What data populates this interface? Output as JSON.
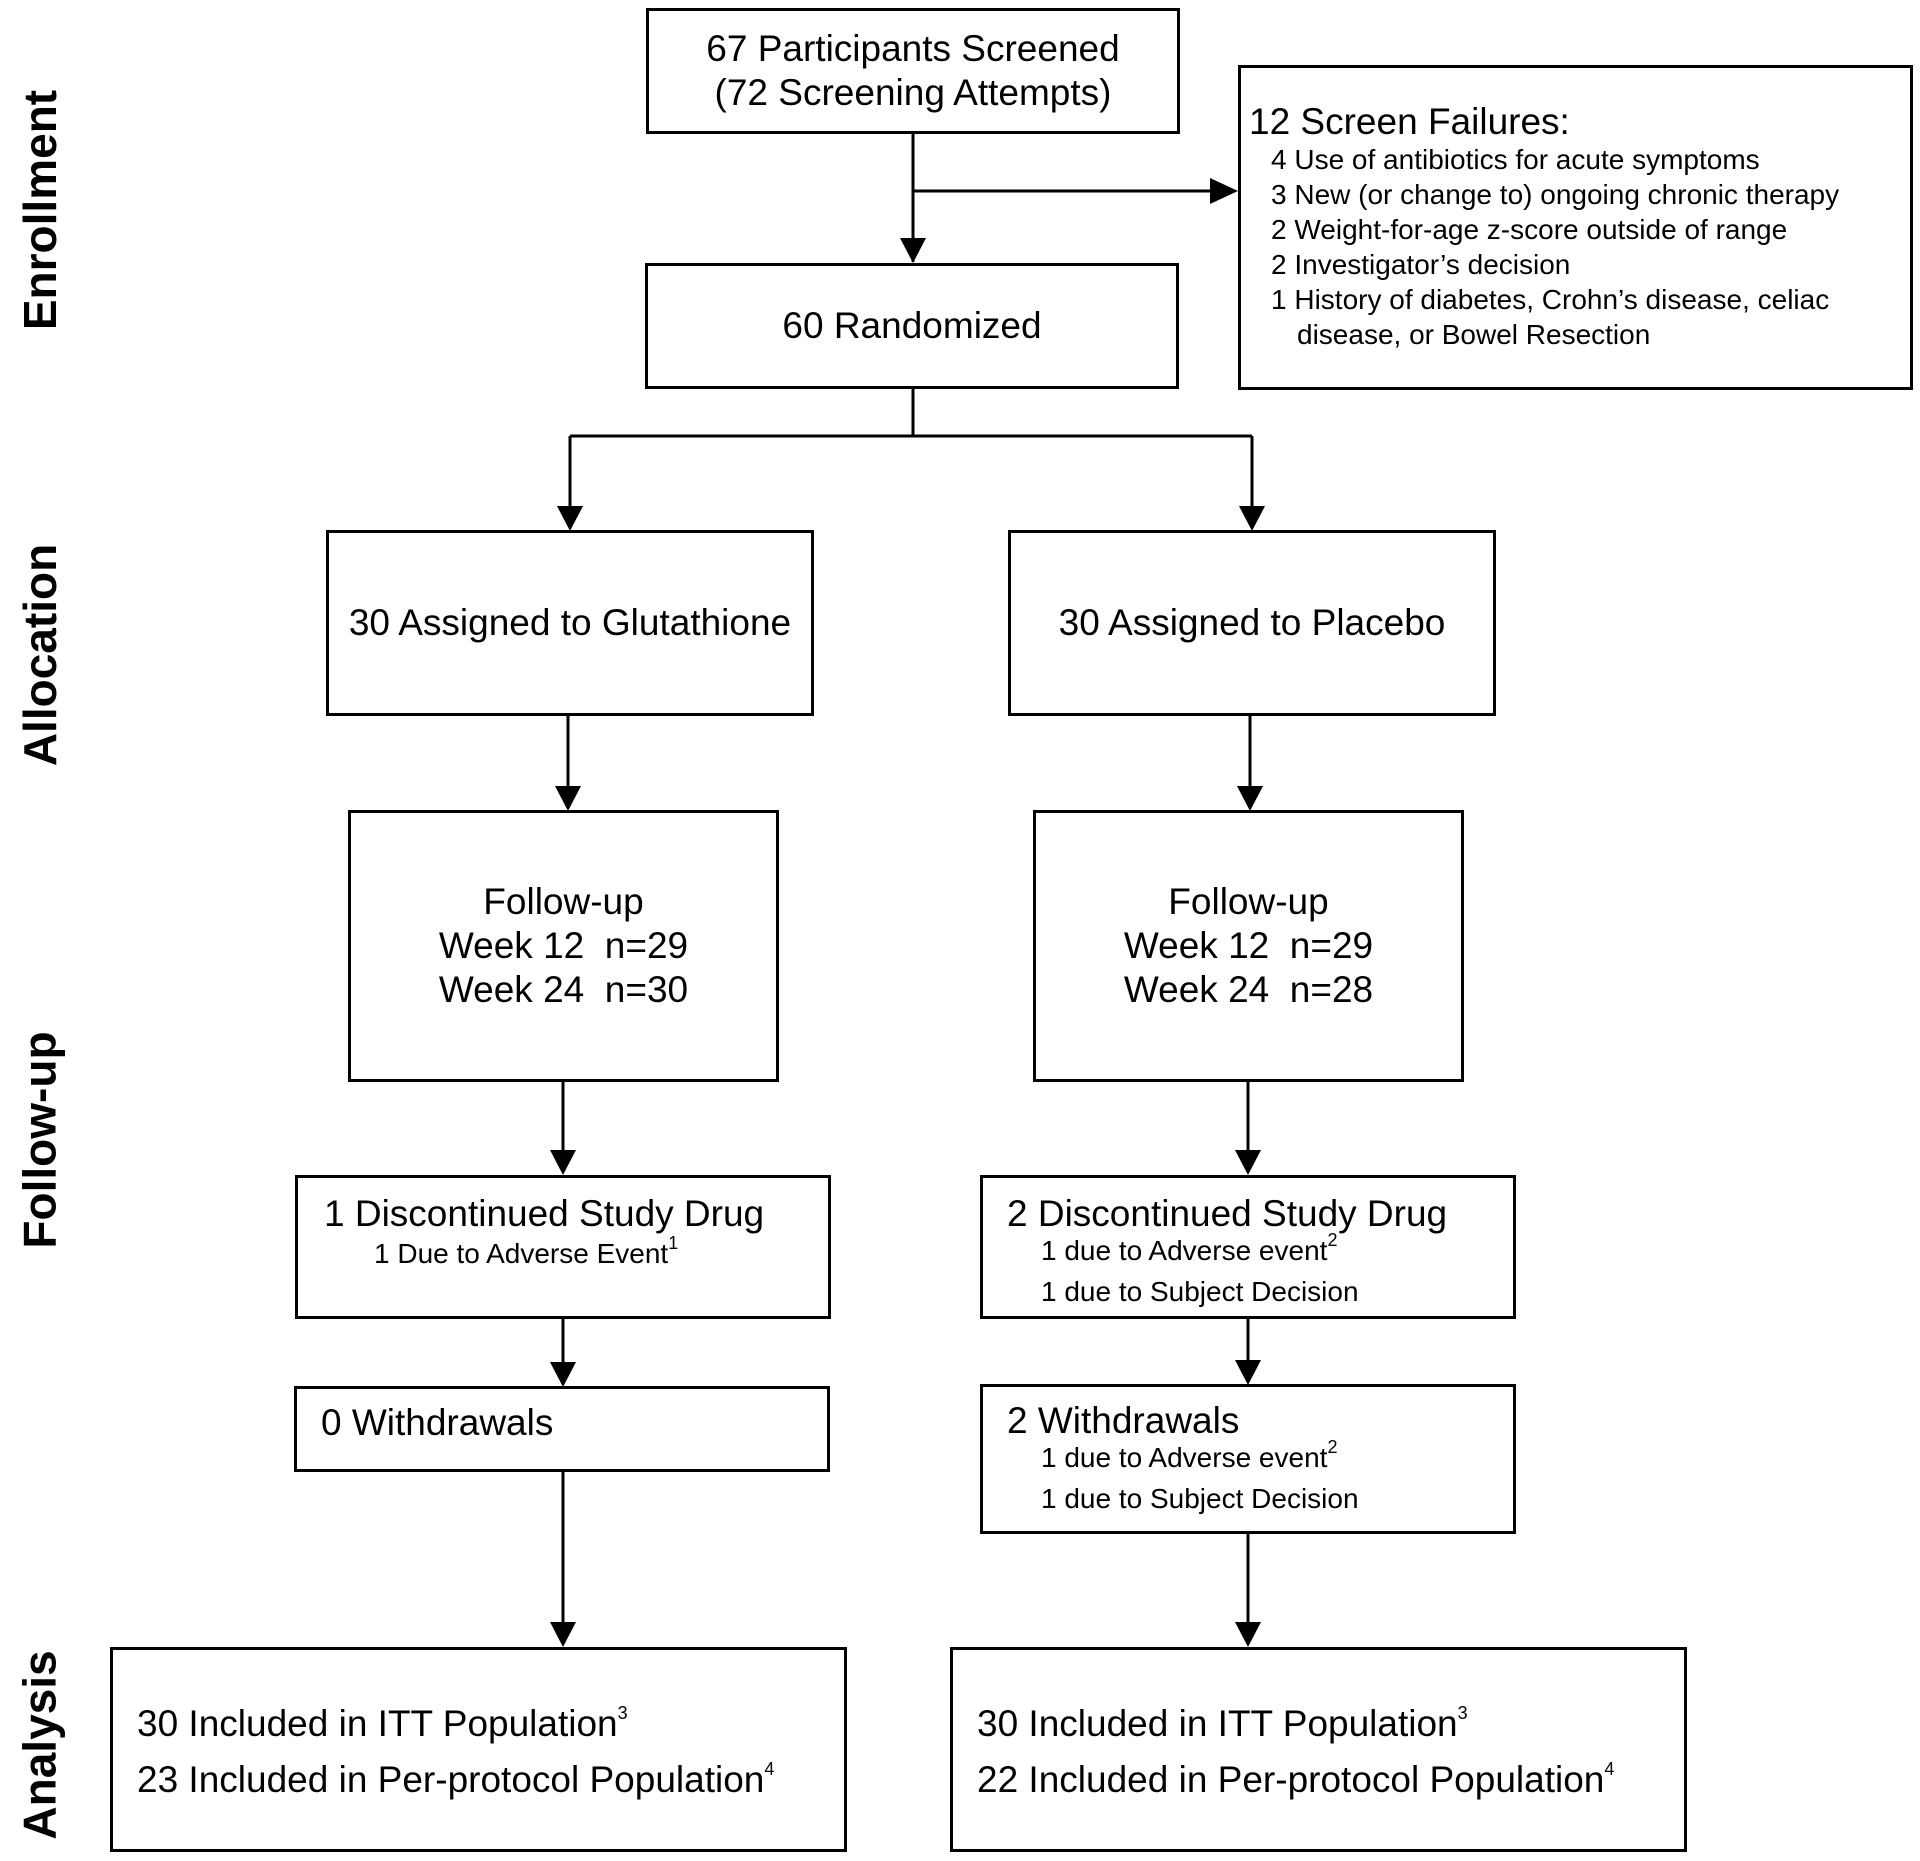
{
  "phases": {
    "enrollment": "Enrollment",
    "allocation": "Allocation",
    "followup": "Follow-up",
    "analysis": "Analysis"
  },
  "screened": {
    "line1": "67 Participants Screened",
    "line2": "(72 Screening Attempts)"
  },
  "screen_failures": {
    "title": "12 Screen Failures:",
    "items": [
      "4 Use of antibiotics for acute symptoms",
      "3 New (or change to) ongoing chronic therapy",
      "2 Weight-for-age z-score outside of range",
      "2 Investigator’s decision",
      "1 History of diabetes, Crohn’s disease, celiac"
    ],
    "continuation": "disease, or Bowel Resection"
  },
  "randomized": "60 Randomized",
  "arms": [
    {
      "assigned": "30 Assigned to Glutathione",
      "followup_title": "Follow-up",
      "week12": "Week 12  n=29",
      "week24": "Week 24  n=30",
      "discontinued": {
        "title": "1 Discontinued Study Drug",
        "reason1": "1 Due to Adverse Event",
        "reason1_sup": "1"
      },
      "withdrawals": {
        "title": "0 Withdrawals"
      },
      "analysis": {
        "itt": "30 Included in ITT Population",
        "itt_sup": "3",
        "pp": "23 Included in Per-protocol Population",
        "pp_sup": "4"
      }
    },
    {
      "assigned": "30 Assigned to Placebo",
      "followup_title": "Follow-up",
      "week12": "Week 12  n=29",
      "week24": "Week 24  n=28",
      "discontinued": {
        "title": "2 Discontinued Study Drug",
        "reason1": "1 due to Adverse event",
        "reason1_sup": "2",
        "reason2": "1 due to Subject Decision"
      },
      "withdrawals": {
        "title": "2 Withdrawals",
        "reason1": "1 due to Adverse event",
        "reason1_sup": "2",
        "reason2": "1 due to Subject Decision"
      },
      "analysis": {
        "itt": "30 Included in ITT Population",
        "itt_sup": "3",
        "pp": "22 Included in Per-protocol Population",
        "pp_sup": "4"
      }
    }
  ]
}
